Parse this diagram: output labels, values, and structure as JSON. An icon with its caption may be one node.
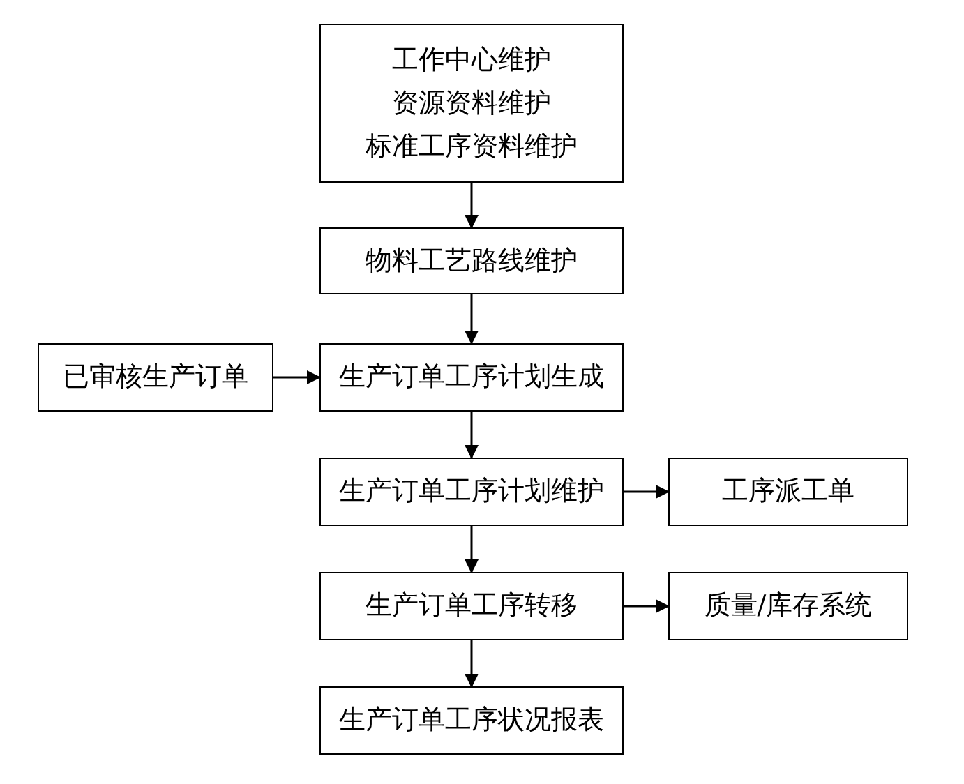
{
  "diagram": {
    "nodes": [
      {
        "text": [
          "工作中心维护",
          "资源资料维护",
          "标准工序资料维护"
        ]
      },
      {
        "text": [
          "物料工艺路线维护"
        ]
      },
      {
        "text": [
          "已审核生产订单"
        ]
      },
      {
        "text": [
          "生产订单工序计划生成"
        ]
      },
      {
        "text": [
          "生产订单工序计划维护"
        ]
      },
      {
        "text": [
          "工序派工单"
        ]
      },
      {
        "text": [
          "生产订单工序转移"
        ]
      },
      {
        "text": [
          "质量/库存系统"
        ]
      },
      {
        "text": [
          "生产订单工序状况报表"
        ]
      }
    ],
    "edges": [
      {
        "from": 0,
        "to": 1,
        "arrow": "to"
      },
      {
        "from": 1,
        "to": 3,
        "arrow": "to"
      },
      {
        "from": 2,
        "to": 3,
        "arrow": "to"
      },
      {
        "from": 3,
        "to": 4,
        "arrow": "to"
      },
      {
        "from": 4,
        "to": 5,
        "arrow": "to"
      },
      {
        "from": 4,
        "to": 6,
        "arrow": "to"
      },
      {
        "from": 6,
        "to": 7,
        "arrow": "to"
      },
      {
        "from": 6,
        "to": 8,
        "arrow": "to"
      }
    ]
  }
}
